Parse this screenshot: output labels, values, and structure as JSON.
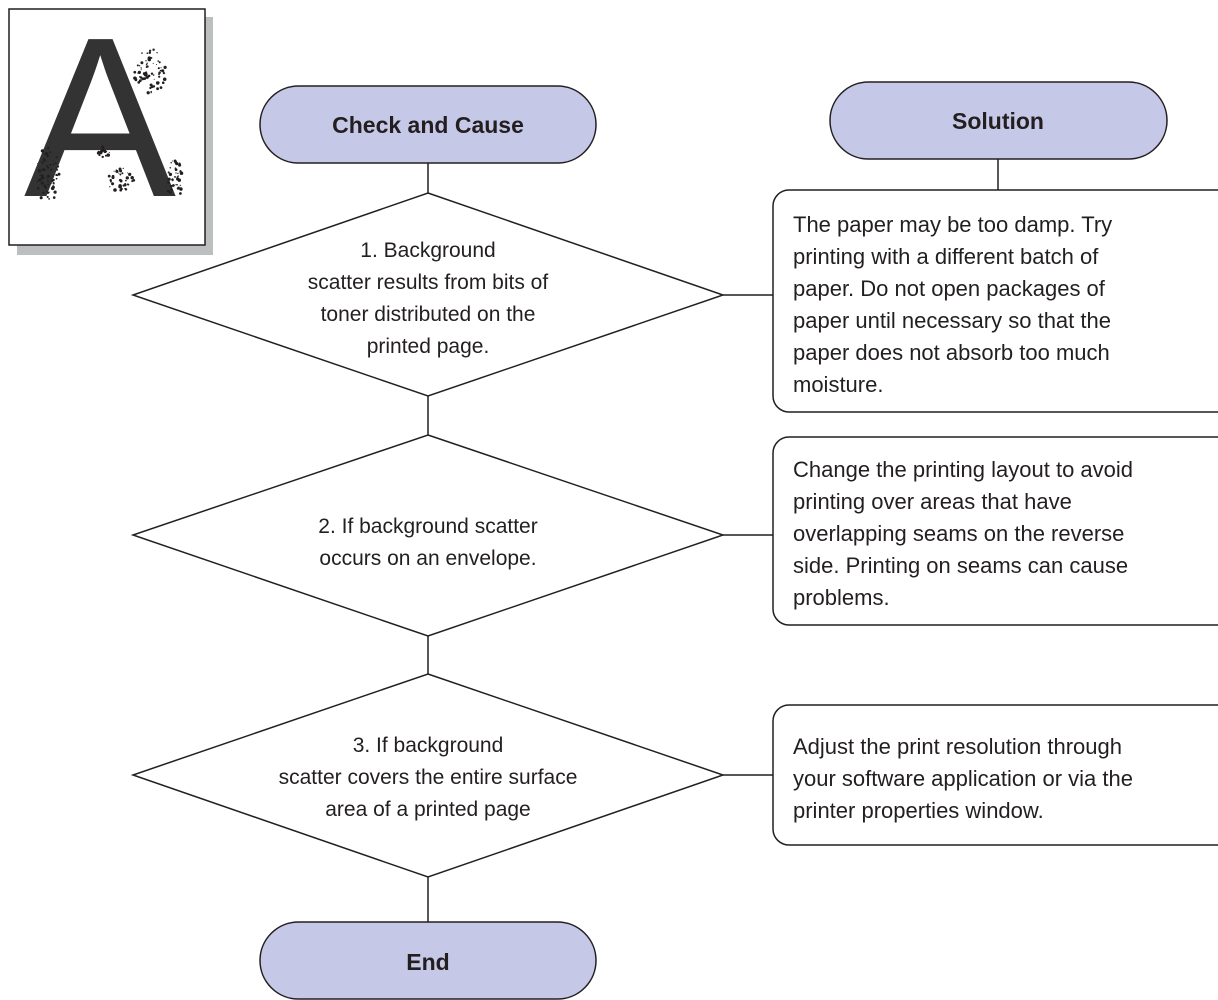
{
  "sample": {
    "glyph": "A"
  },
  "headers": {
    "check": "Check and Cause",
    "solution": "Solution"
  },
  "steps": [
    {
      "lines": [
        "1. Background",
        "scatter results from bits of",
        "toner distributed on the",
        "printed page."
      ],
      "solution_lines": [
        "The paper may be too damp. Try",
        "printing with a different batch of",
        "paper. Do not open packages of",
        "paper until necessary so that the",
        "paper does not absorb too much",
        "moisture."
      ]
    },
    {
      "lines": [
        "2. If background scatter",
        "occurs on an envelope."
      ],
      "solution_lines": [
        "Change the printing layout to avoid",
        "printing over areas that have",
        "overlapping seams on the reverse",
        "side. Printing on seams can cause",
        "problems."
      ]
    },
    {
      "lines": [
        "3. If background",
        "scatter covers the entire surface",
        "area of a printed page"
      ],
      "solution_lines": [
        "Adjust the print resolution through",
        "your software application or via the",
        "printer properties window."
      ]
    }
  ],
  "end": {
    "label": "End"
  },
  "colors": {
    "pill_fill": "#c5c8e6",
    "outline": "#231f20",
    "sample_shadow": "#bcbec0"
  }
}
